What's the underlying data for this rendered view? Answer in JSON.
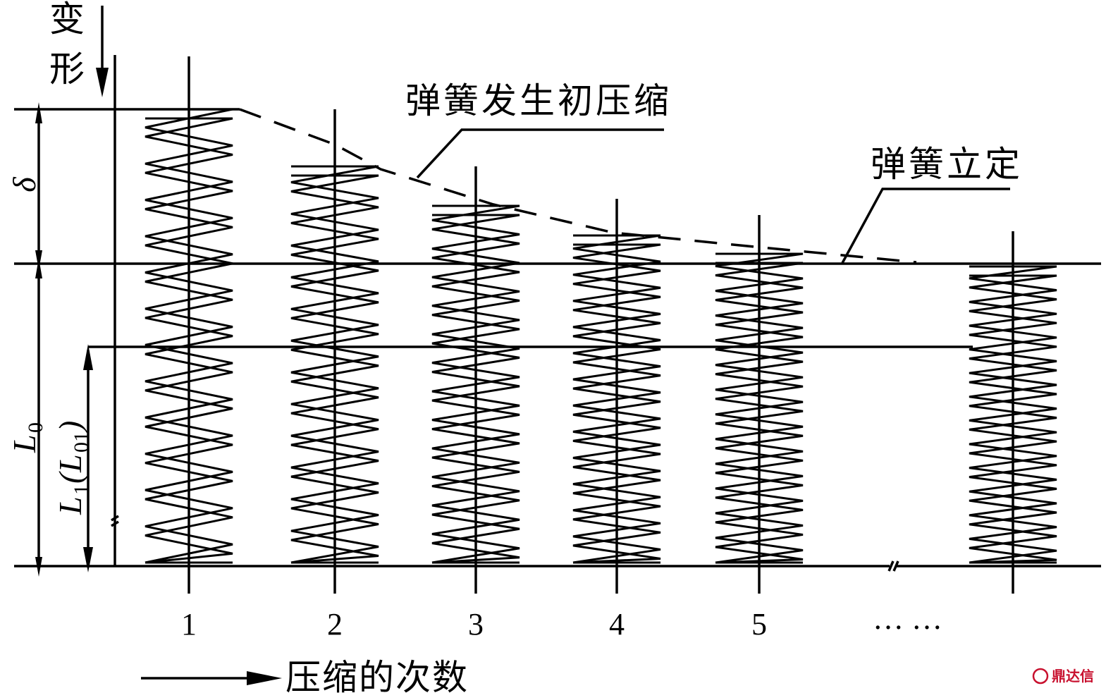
{
  "labels": {
    "deformation_top": "变",
    "deformation_bottom": "形",
    "initial_compression": "弹簧发生初压缩",
    "spring_set": "弹簧立定",
    "delta": "δ",
    "L0_main": "L",
    "L0_sub": "0",
    "L1_main": "L",
    "L1_sub": "1",
    "L1_paren_open": "(",
    "L01_main": "L",
    "L01_sub": "01",
    "L1_paren_close": ")",
    "x_axis": "压缩的次数",
    "ellipsis": "… …"
  },
  "springs": [
    {
      "label": "1"
    },
    {
      "label": "2"
    },
    {
      "label": "3"
    },
    {
      "label": "4"
    },
    {
      "label": "5"
    },
    {
      "label": ""
    }
  ],
  "watermark": {
    "text": "鼎达信",
    "color": "#c8102e"
  }
}
